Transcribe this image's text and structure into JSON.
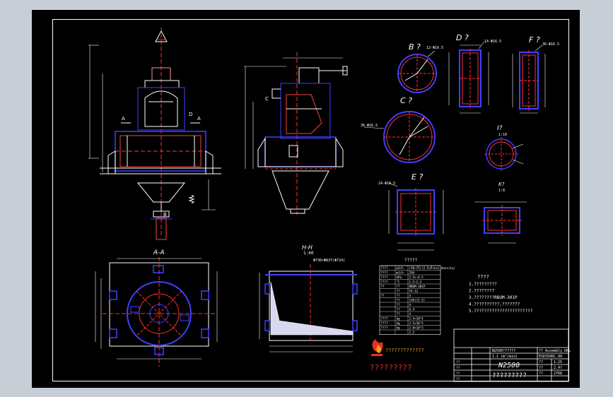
{
  "views": {
    "section_aa": "A-A",
    "section_hh": "H-H",
    "section_hh_scale": "1:40",
    "detail_b": "B ?",
    "detail_c": "C ?",
    "detail_d": "D ?",
    "detail_e": "E ?",
    "detail_f": "F ?",
    "detail_i": "I?",
    "detail_i_scale": "1:10",
    "detail_k": "K?",
    "detail_k_scale": "1:8",
    "mark_a": "A",
    "mark_d": "D",
    "mark_c": "C",
    "mark_b": "B"
  },
  "callouts": {
    "b": "12-Φ16.5",
    "c": "36-Φ16.5",
    "d": "14-Φ16.5",
    "e": "24-Φ16.5",
    "f": "36-Φ16.5",
    "hh": "Φ736×Φ837(Φ724)"
  },
  "notes": {
    "title": "????",
    "items": [
      "1.?????????",
      "2.????????",
      "3.????????RBUM-301P",
      "4.??????????,???????",
      "5.???????????????????????"
    ]
  },
  "param_table": {
    "title": "?????",
    "rows": [
      [
        "????",
        "m3/h",
        "(50~75)(2.5×Press density)"
      ],
      [
        "????",
        "m3/h",
        "250"
      ],
      [
        "????",
        "kPa",
        "2.5×~4.5"
      ],
      [
        "????",
        "°C",
        "1.5~2.5"
      ],
      [
        "??",
        "??",
        "RBUM-301P"
      ],
      [
        "",
        "??",
        "Y4-12"
      ],
      [
        "??",
        "??",
        "4"
      ],
      [
        "",
        "??",
        "130(11.5)"
      ],
      [
        "",
        "??",
        "A"
      ],
      [
        "",
        "??",
        "6.4"
      ],
      [
        "",
        "??",
        "4"
      ],
      [
        "????",
        "kg",
        "2.5×10^4"
      ],
      [
        "????",
        "kg",
        "2.5×10^3"
      ],
      [
        "????",
        "kg",
        "2.0×10^3"
      ],
      [
        "",
        "",
        "2.2"
      ]
    ]
  },
  "title_block": {
    "drawing_no": "N2500??????",
    "doc_type": "?? Assembly DRL",
    "material_line": "1.1 (m³/min)",
    "code": "ESD3500C.00",
    "product": "N2500",
    "product_name": "?????????",
    "scale_label": "??",
    "scale": "1:25",
    "sheet_label": "??",
    "sheet": "2.4?",
    "weight_label": "??",
    "weight": "2768",
    "sign_rows": [
      "??",
      "??",
      "??",
      "??"
    ]
  },
  "logo": {
    "text_top": "?????????????",
    "text_big": "?????????"
  },
  "colors": {
    "sheet": "#000000",
    "frame": "#ffffff",
    "outline": "#ffffff",
    "section": "#4040ff",
    "center": "#ff3030",
    "logo_red": "#e83020",
    "logo_text": "#f0a020"
  }
}
